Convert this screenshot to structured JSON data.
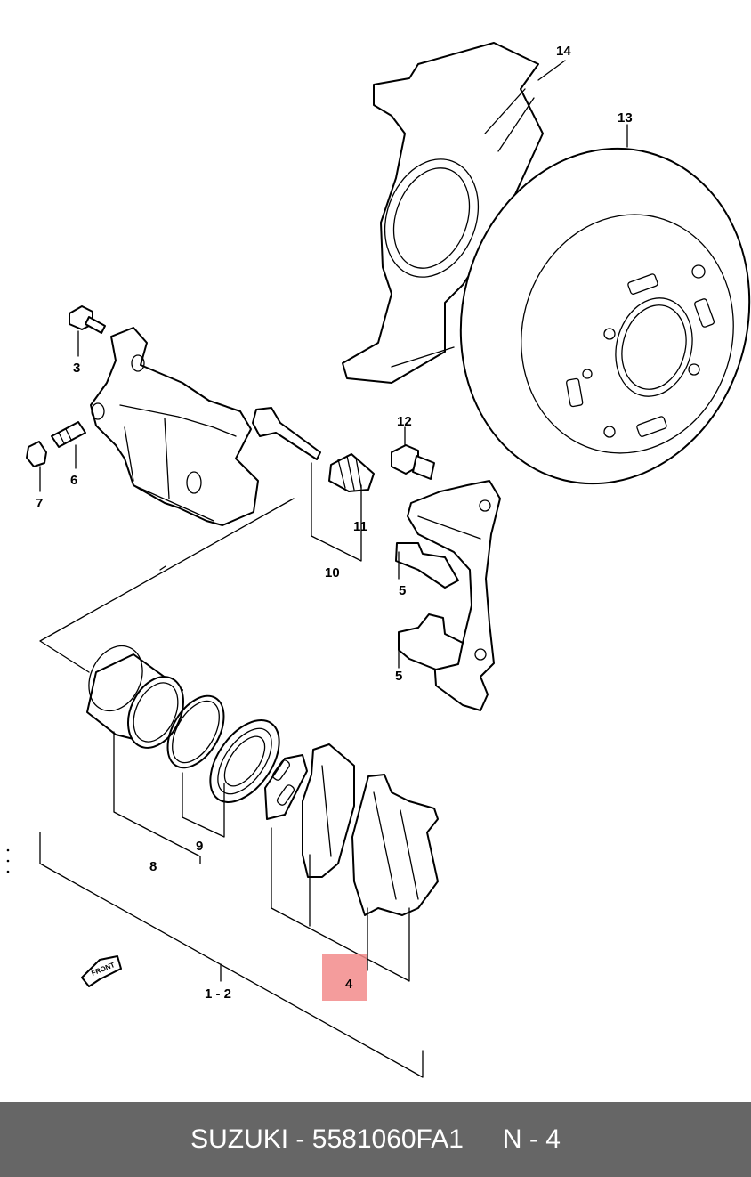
{
  "diagram": {
    "labels": {
      "p14": "14",
      "p13": "13",
      "p3": "3",
      "p6": "6",
      "p7": "7",
      "p12": "12",
      "p11": "11",
      "p10": "10",
      "p5a": "5",
      "p5b": "5",
      "p9": "9",
      "p8": "8",
      "p4": "4",
      "p12b": "1 - 2",
      "front": "FRONT"
    },
    "highlight_color": "#f28b8b"
  },
  "footer": {
    "brand": "SUZUKI",
    "separator": "-",
    "part_number": "5581060FA1",
    "page_code": "N - 4"
  },
  "colors": {
    "footer_bg": "#666666",
    "footer_text": "#ffffff"
  }
}
